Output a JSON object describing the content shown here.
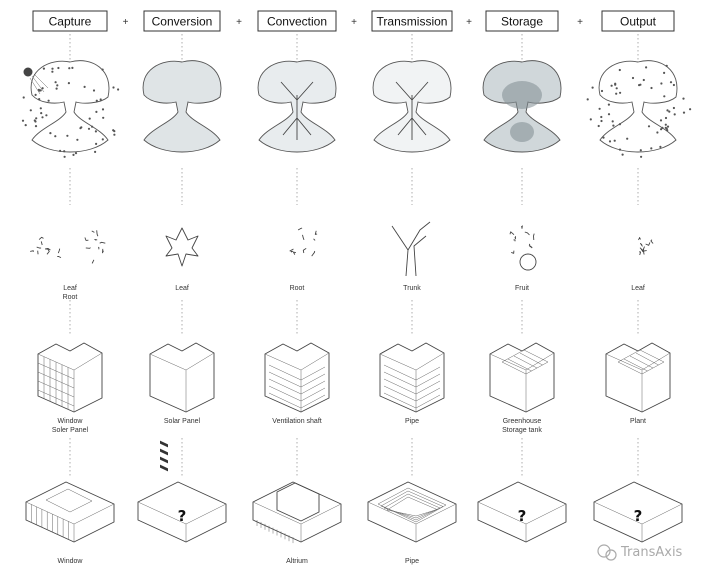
{
  "columns": [
    {
      "stage": "Capture",
      "organs": [
        "Leaf",
        "Root"
      ],
      "building": [
        "Window",
        "Soler Panel"
      ],
      "example": "Window",
      "unknown": false
    },
    {
      "stage": "Conversion",
      "organs": [
        "Leaf"
      ],
      "building": [
        "Solar Panel"
      ],
      "example": "",
      "unknown": true
    },
    {
      "stage": "Convection",
      "organs": [
        "Root"
      ],
      "building": [
        "Ventilation shaft"
      ],
      "example": "Altrium",
      "unknown": false
    },
    {
      "stage": "Transmission",
      "organs": [
        "Trunk"
      ],
      "building": [
        "Pipe"
      ],
      "example": "Pipe",
      "unknown": false
    },
    {
      "stage": "Storage",
      "organs": [
        "Fruit"
      ],
      "building": [
        "Greenhouse",
        "Storage tank"
      ],
      "example": "",
      "unknown": true
    },
    {
      "stage": "Output",
      "organs": [
        "Leaf"
      ],
      "building": [
        "Plant"
      ],
      "example": "",
      "unknown": true
    }
  ],
  "connector": "+",
  "unknown_mark": "?",
  "watermark": "TransAxis",
  "colors": {
    "line": "#444444",
    "guide": "#999999",
    "tree_gray": "#b8c2c6",
    "dot": "#555555"
  }
}
